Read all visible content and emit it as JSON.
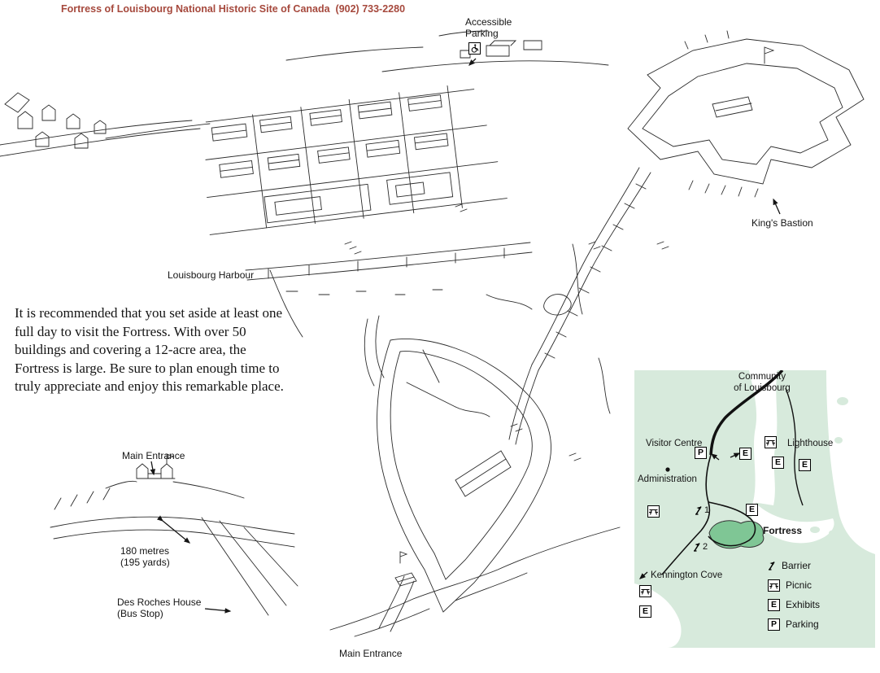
{
  "colors": {
    "header_red": "#a6493d",
    "ink": "#2b2b2b",
    "inset_land_green": "#d7eadc",
    "fortress_green": "#7fc695",
    "water_white": "#ffffff"
  },
  "header": {
    "title": "Fortress of Louisbourg National Historic Site of Canada  (902) 733-2280"
  },
  "intro": {
    "text": "It is recommended that you set aside at least one full day to visit the Fortress. With over 50 buildings and covering a 12-acre area, the Fortress is large. Be sure to plan enough time to truly appreciate and enjoy this remarkable place."
  },
  "map_labels": {
    "accessible_parking_line1": "Accessible",
    "accessible_parking_line2": "Parking",
    "kings_bastion": "King's Bastion",
    "louisbourg_harbour": "Louisbourg Harbour",
    "main_entrance_upper": "Main Entrance",
    "distance_line1": "180 metres",
    "distance_line2": "(195 yards)",
    "des_roches_line1": "Des Roches House",
    "des_roches_line2": "(Bus Stop)",
    "main_entrance_bottom": "Main Entrance"
  },
  "icons": {
    "accessible": "wheelchair-symbol",
    "parking_letter": "P",
    "exhibit_letter": "E",
    "picnic": "picnic-table",
    "barrier": "barrier-marker"
  },
  "inset": {
    "community_line1": "Community",
    "community_line2": "of Louisbourg",
    "visitor_centre": "Visitor Centre",
    "lighthouse": "Lighthouse",
    "administration": "Administration",
    "fortress": "Fortress",
    "kennington_cove": "Kennington Cove",
    "marker1": "1",
    "marker2": "2",
    "legend": [
      {
        "type": "barrier",
        "label": "Barrier"
      },
      {
        "type": "picnic",
        "label": "Picnic"
      },
      {
        "type": "exhibits",
        "label": "Exhibits"
      },
      {
        "type": "parking",
        "label": "Parking"
      }
    ]
  }
}
